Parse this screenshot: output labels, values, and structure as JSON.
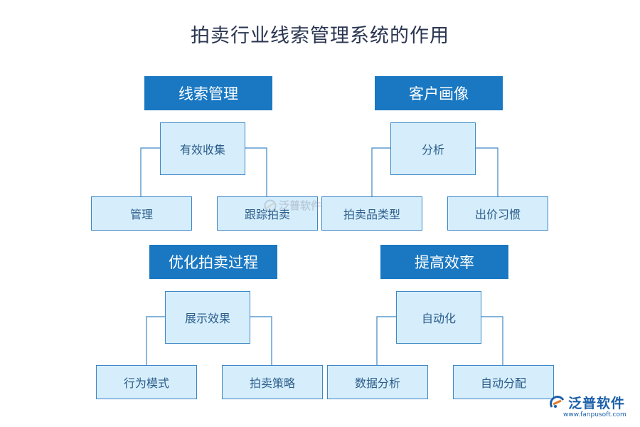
{
  "title": "拍卖行业线索管理系统的作用",
  "groups": [
    {
      "header": "线索管理",
      "middle": "有效收集",
      "leaves": [
        "管理",
        "跟踪拍卖"
      ]
    },
    {
      "header": "客户画像",
      "middle": "分析",
      "leaves": [
        "拍卖品类型",
        "出价习惯"
      ]
    },
    {
      "header": "优化拍卖过程",
      "middle": "展示效果",
      "leaves": [
        "行为模式",
        "拍卖策略"
      ]
    },
    {
      "header": "提高效率",
      "middle": "自动化",
      "leaves": [
        "数据分析",
        "自动分配"
      ]
    }
  ],
  "logo": {
    "text": "泛普软件",
    "url": "www.fanpusoft.com",
    "icon": "fanpu-logo-icon"
  },
  "watermark": {
    "text": "泛普软件"
  },
  "colors": {
    "header_bg": "#1a78c2",
    "node_bg": "#d6eefc",
    "node_border": "#3d87c6",
    "node_text": "#2b5c8a",
    "title": "#2a3550",
    "brand": "#1b5fa8"
  }
}
